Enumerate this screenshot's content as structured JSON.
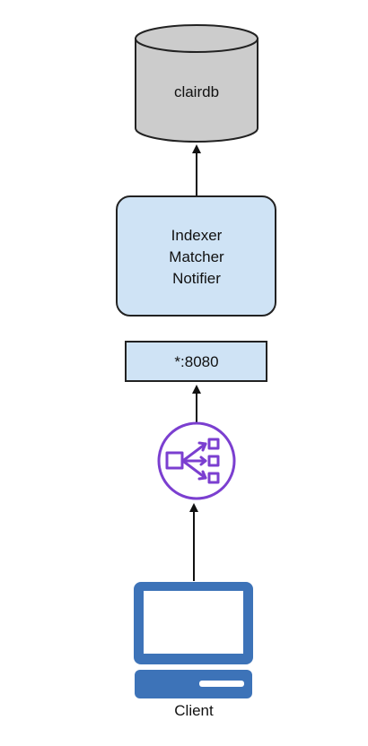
{
  "nodes": {
    "database": {
      "label": "clairdb",
      "icon": "database-cylinder-icon"
    },
    "service": {
      "lines": [
        "Indexer",
        "Matcher",
        "Notifier"
      ]
    },
    "port": {
      "label": "*:8080"
    },
    "load_balancer": {
      "icon": "load-balancer-icon"
    },
    "client": {
      "label": "Client",
      "icon": "desktop-computer-icon"
    }
  },
  "edges": [
    {
      "from": "client",
      "to": "load_balancer"
    },
    {
      "from": "load_balancer",
      "to": "port"
    },
    {
      "from": "service",
      "to": "database"
    }
  ],
  "colors": {
    "cylinder_fill": "#cccccc",
    "box_fill": "#cfe3f5",
    "border": "#222222",
    "load_balancer_purple": "#7b3fd0",
    "monitor_blue": "#3d73b8",
    "screen_white": "#ffffff"
  }
}
